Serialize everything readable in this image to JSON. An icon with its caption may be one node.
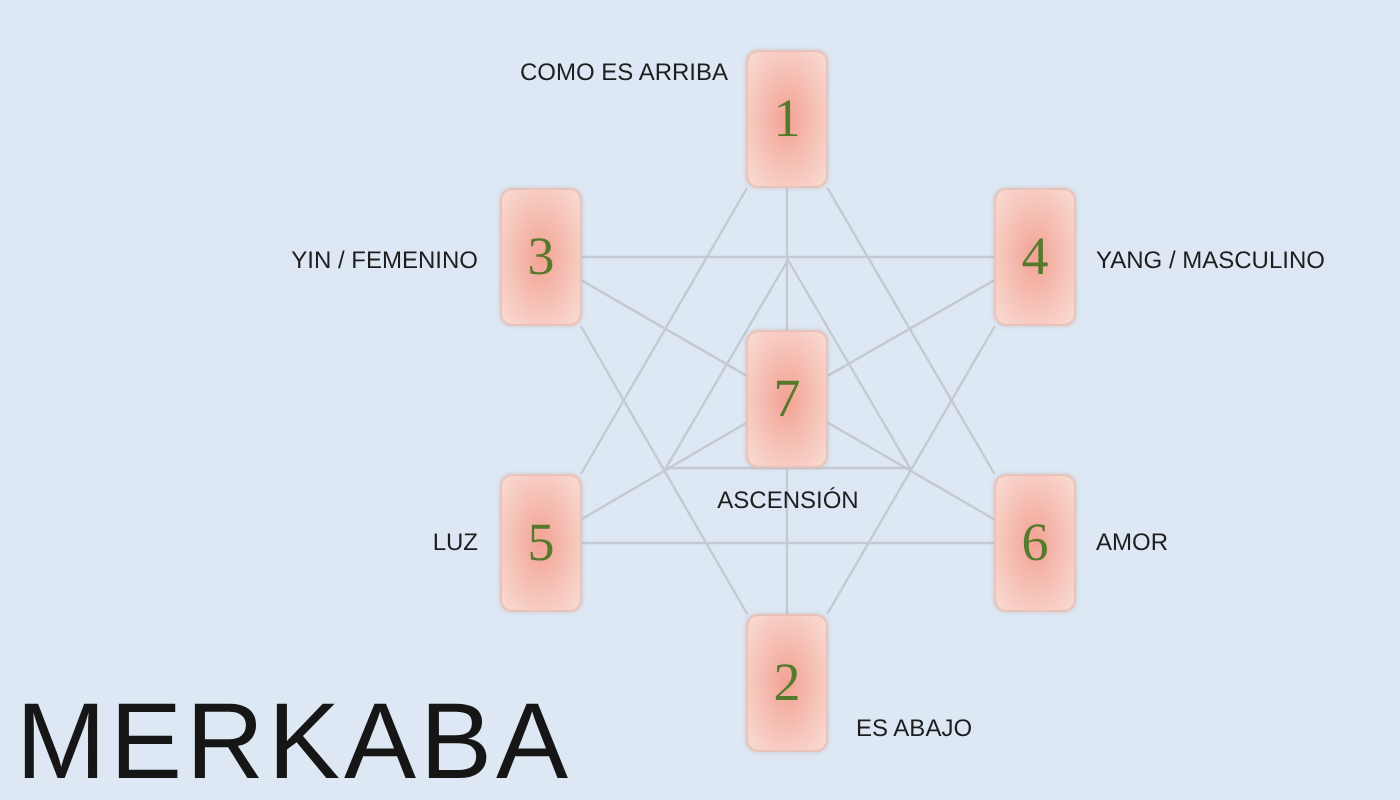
{
  "diagram": {
    "title": "MERKABA",
    "nodes": [
      {
        "text": [
          "1"
        ],
        "beside": [
          "COMO ES ARRIBA"
        ]
      },
      {
        "text": [
          "3"
        ],
        "beside": [
          "YIN / FEMENINO"
        ]
      },
      {
        "text": [
          "4"
        ],
        "beside": [
          "YANG / MASCULINO"
        ]
      },
      {
        "text": [
          "7"
        ],
        "beside": [
          "ASCENSIÓN"
        ]
      },
      {
        "text": [
          "5"
        ],
        "beside": [
          "LUZ"
        ]
      },
      {
        "text": [
          "6"
        ],
        "beside": [
          "AMOR"
        ]
      },
      {
        "text": [
          "2"
        ],
        "beside": [
          "ES ABAJO"
        ]
      }
    ],
    "edges": [
      {
        "from": 0,
        "to": 4,
        "arrow": "none"
      },
      {
        "from": 0,
        "to": 3,
        "arrow": "none"
      },
      {
        "from": 0,
        "to": 5,
        "arrow": "none"
      },
      {
        "from": 1,
        "to": 2,
        "arrow": "none"
      },
      {
        "from": 1,
        "to": 3,
        "arrow": "none"
      },
      {
        "from": 1,
        "to": 6,
        "arrow": "none"
      },
      {
        "from": 2,
        "to": 3,
        "arrow": "none"
      },
      {
        "from": 2,
        "to": 6,
        "arrow": "none"
      },
      {
        "from": 3,
        "to": 4,
        "arrow": "none"
      },
      {
        "from": 3,
        "to": 5,
        "arrow": "none"
      },
      {
        "from": 3,
        "to": 6,
        "arrow": "none"
      },
      {
        "from": 4,
        "to": 5,
        "arrow": "none"
      }
    ]
  }
}
